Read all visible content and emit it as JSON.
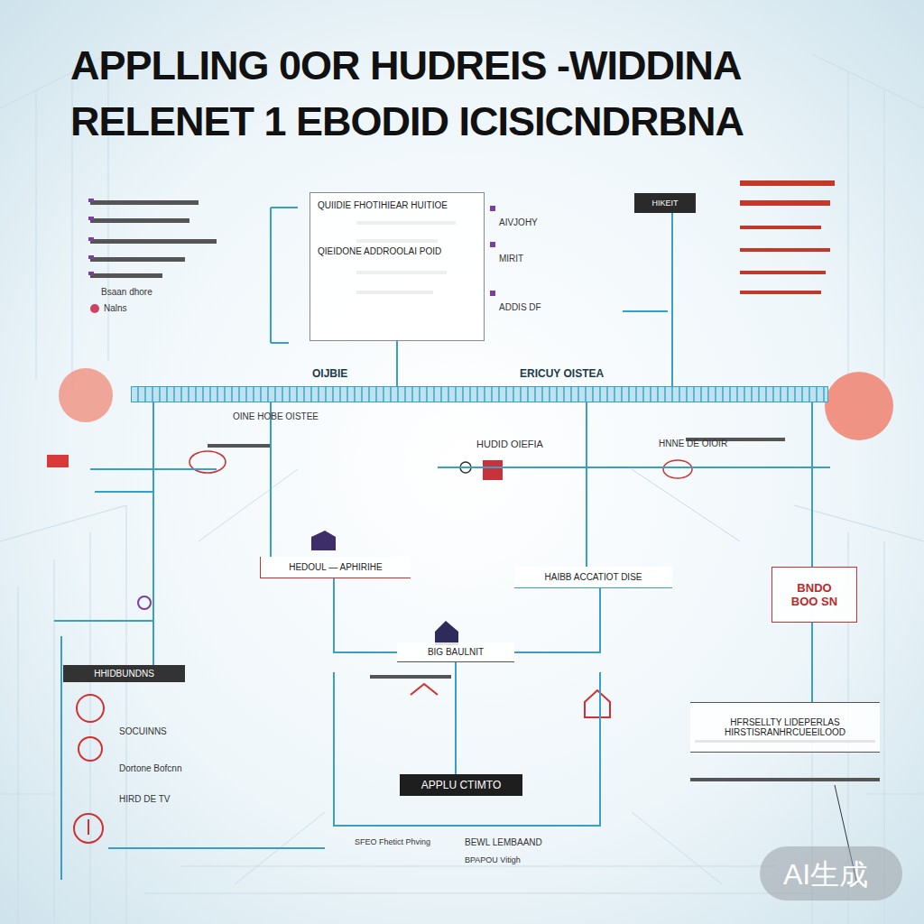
{
  "diagram": {
    "title": "APPLLING 0OR HUDREIS -WIDDINA RELENET 1 EBODID ICISICNDRBNA",
    "nodes": [
      {
        "text": [
          "QUIIDIE FHOTIHIEAR HUITIOE",
          "QIEIDONE ADDROOLAI POID"
        ]
      },
      {
        "text": [
          "HIKEIT"
        ]
      },
      {
        "text": [
          "OIJBIE",
          "ERICUY OISTEA"
        ]
      },
      {
        "text": [
          "HEDOUL — APHIRIHE"
        ]
      },
      {
        "text": [
          "HAIBB ACCATIOT DISE"
        ]
      },
      {
        "text": [
          "BIG BAULNIT"
        ]
      },
      {
        "text": [
          "APPLU CTIMTO"
        ]
      },
      {
        "text": [
          "BNDO",
          "BOO SN"
        ]
      },
      {
        "text": [
          "HHIDBUNDNS"
        ]
      },
      {
        "text": [
          "HFRSELLTY LIDEPERLAS",
          "HIRSTISRANHRCUEEILOOD"
        ]
      }
    ],
    "edges": [
      {
        "from": 2,
        "to": 3,
        "arrow": "none"
      },
      {
        "from": 2,
        "to": 4,
        "arrow": "none"
      },
      {
        "from": 3,
        "to": 5,
        "arrow": "none"
      },
      {
        "from": 4,
        "to": 5,
        "arrow": "none"
      },
      {
        "from": 5,
        "to": 6,
        "arrow": "none"
      },
      {
        "from": 0,
        "to": 2,
        "arrow": "none"
      },
      {
        "from": 1,
        "to": 2,
        "arrow": "none"
      },
      {
        "from": 2,
        "to": 7,
        "arrow": "none"
      },
      {
        "from": 7,
        "to": 9,
        "arrow": "none"
      },
      {
        "from": 2,
        "to": 8,
        "arrow": "none"
      }
    ],
    "labels": [
      "Bsaan dhore",
      "Nalns",
      "AIVJOHY",
      "MIRIT",
      "ADDIS DF",
      "OINE HOBE OISTEE",
      "HUDID OIEFIA",
      "HNNE DE OIOIR",
      "SOCUINNS",
      "Dortone Bofcnn",
      "HIRD DE TV",
      "SFEO Fhetict Phving",
      "BEWL LEMBAAND",
      "BPAPOU Vitigh",
      "AI生成"
    ]
  }
}
